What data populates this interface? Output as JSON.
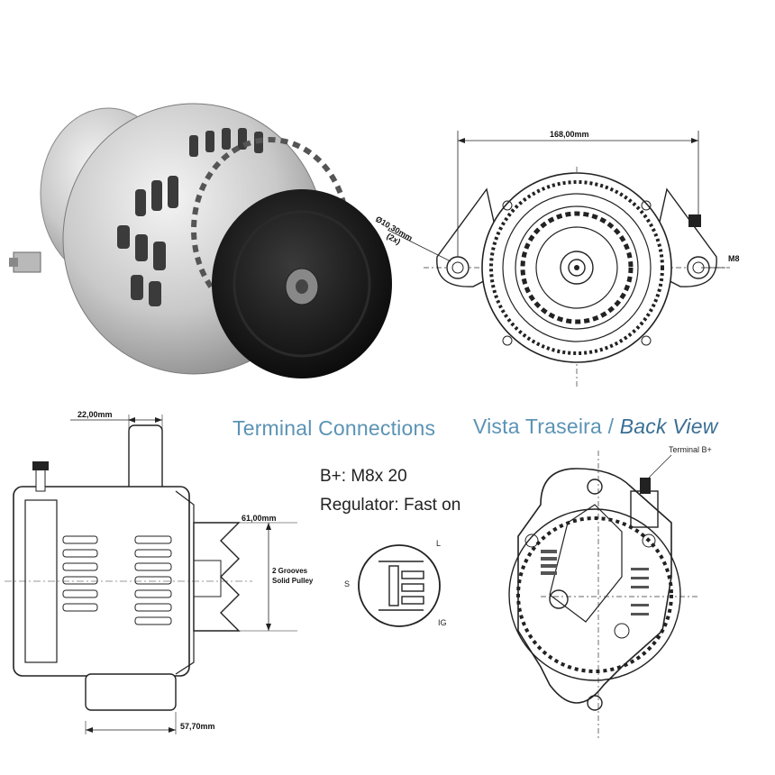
{
  "headings": {
    "terminal_connections": "Terminal Connections",
    "vista_traseira": "Vista Traseira /",
    "back_view": "Back View"
  },
  "specs": {
    "b_plus": "B+: M8x 20",
    "regulator": "Regulator: Fast on"
  },
  "dimensions": {
    "width_top": "168,00mm",
    "hole": "Ø10,30mm",
    "hole_count": "(2x)",
    "stud": "M8",
    "side_top": "22,00mm",
    "pulley_dia": "61,00mm",
    "grooves": "2 Grooves",
    "pulley_type": "Solid Pulley",
    "bottom": "57,70mm"
  },
  "terminals": {
    "l": "L",
    "s": "S",
    "ig": "IG",
    "b_plus": "Terminal B+"
  }
}
